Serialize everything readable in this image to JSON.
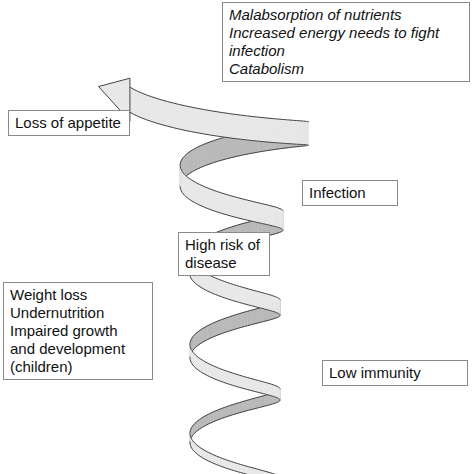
{
  "diagram": {
    "nodes": [
      {
        "text": [
          "Malabsorption of nutrients",
          "Increased energy needs to fight infection",
          "Catabolism"
        ]
      },
      {
        "text": [
          "Loss of appetite"
        ]
      },
      {
        "text": [
          "Infection"
        ]
      },
      {
        "text": [
          "High risk of disease"
        ]
      },
      {
        "text": [
          "Weight loss",
          "Undernutrition",
          "Impaired growth and development (children)"
        ]
      },
      {
        "text": [
          "Low immunity"
        ]
      }
    ]
  }
}
